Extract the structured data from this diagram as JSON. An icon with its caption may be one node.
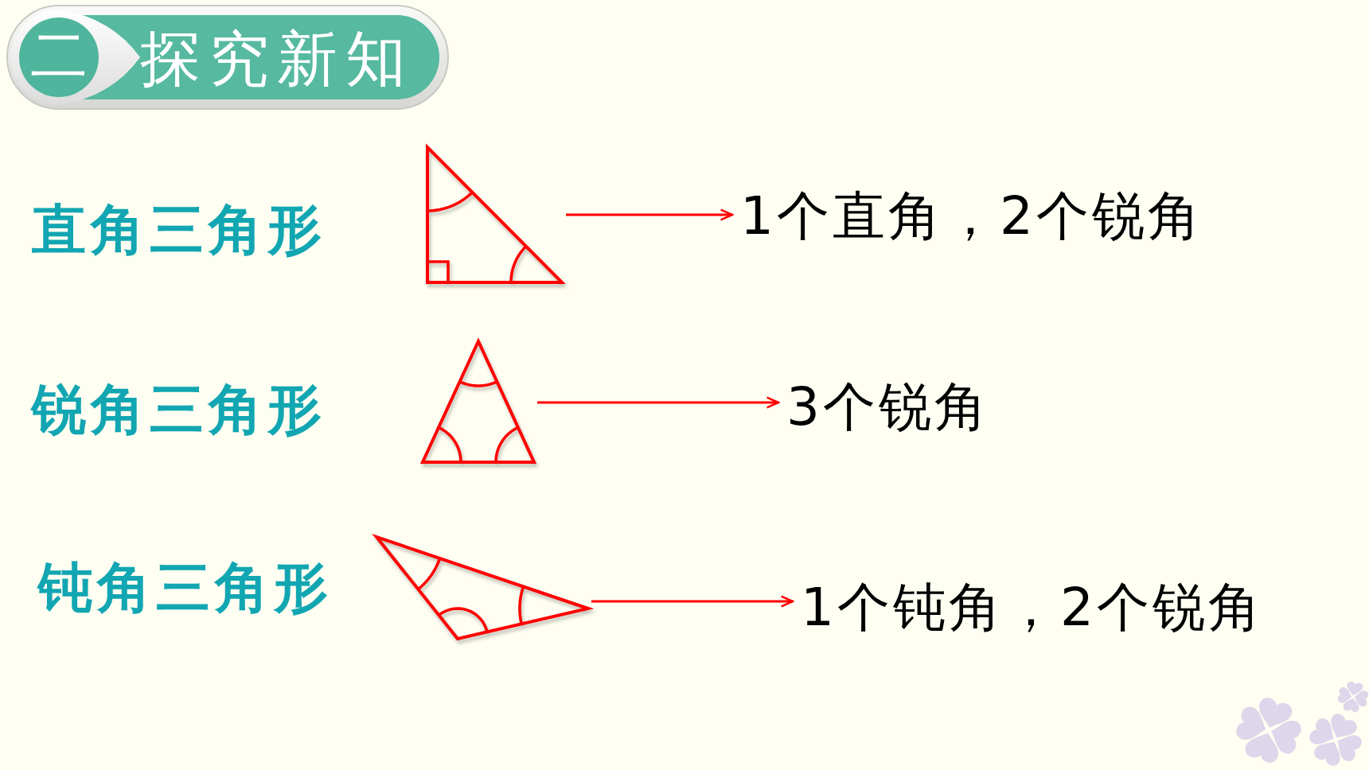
{
  "diagram": {
    "title": "探究新知",
    "nodes": [
      {
        "text": [],
        "shape": "triangle",
        "beside": [
          "直角三角形"
        ]
      },
      {
        "text": [
          "1个直角，2个锐角"
        ]
      },
      {
        "text": [],
        "shape": "triangle",
        "beside": [
          "锐角三角形"
        ]
      },
      {
        "text": [
          "3个锐角"
        ]
      },
      {
        "text": [],
        "shape": "triangle",
        "beside": [
          "钝角三角形"
        ]
      },
      {
        "text": [
          "1个钝角，2个锐角"
        ]
      }
    ],
    "edges": [
      {
        "from": 0,
        "to": 1,
        "arrow": "to"
      },
      {
        "from": 2,
        "to": 3,
        "arrow": "to"
      },
      {
        "from": 4,
        "to": 5,
        "arrow": "to"
      }
    ],
    "labels": [
      "二"
    ]
  }
}
